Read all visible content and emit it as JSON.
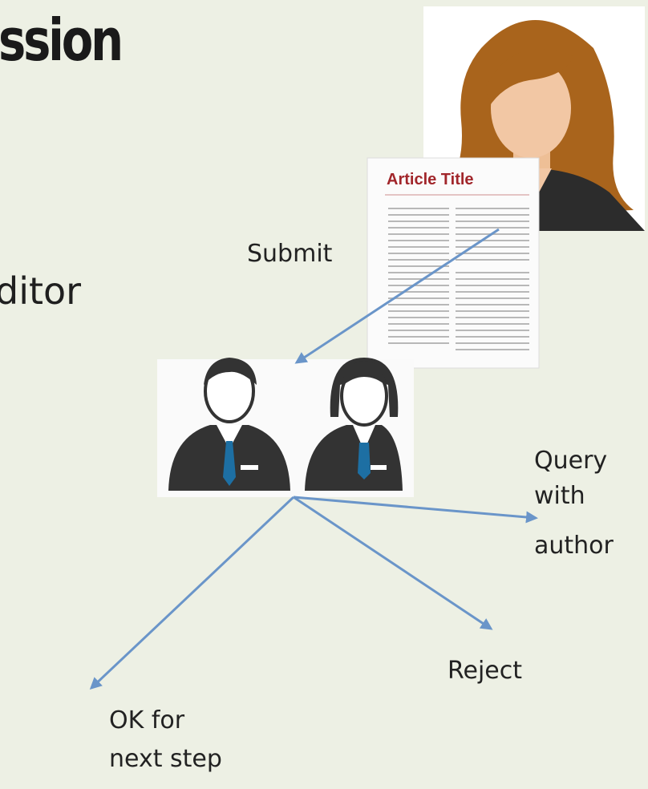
{
  "slide": {
    "title_fragment": "ssion",
    "subtitle_fragment": "ditor"
  },
  "article": {
    "title": "Article Title"
  },
  "labels": {
    "submit": "Submit",
    "query_line1": "Query",
    "query_line2": "with",
    "query_line3": "author",
    "reject": "Reject",
    "ok_line1": "OK for",
    "ok_line2": "next step"
  },
  "colors": {
    "background": "#edf0e4",
    "arrow": "#6a95c9",
    "hair": "#a9641c",
    "skin": "#f2c7a4",
    "suit": "#333333",
    "tie": "#1d6fa3",
    "article_title": "#a1262b"
  }
}
